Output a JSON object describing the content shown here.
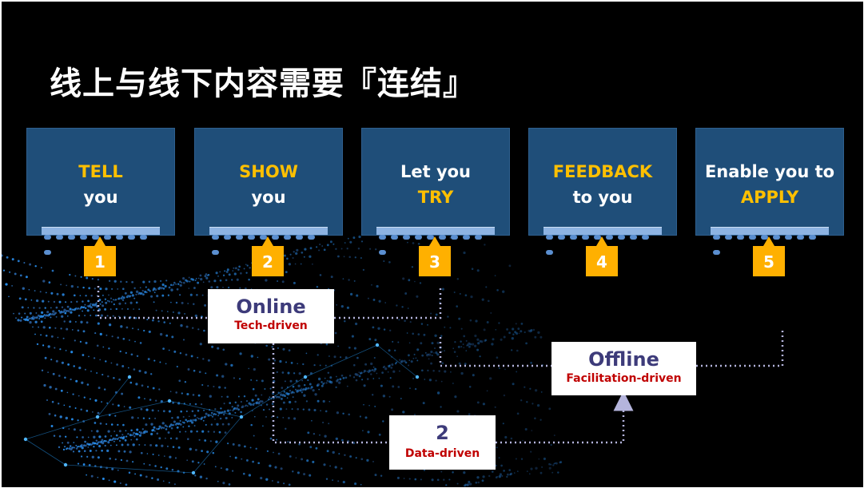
{
  "title": "线上与线下内容需要『连结』",
  "cards": [
    {
      "line1": "TELL",
      "line2": "you",
      "number": "1"
    },
    {
      "line1": "SHOW",
      "line2": "you",
      "number": "2"
    },
    {
      "line1": "Let you",
      "line2": "TRY",
      "number": "3"
    },
    {
      "line1": "FEEDBACK",
      "line2": "to you",
      "number": "4"
    },
    {
      "line1": "Enable you to",
      "line2": "APPLY",
      "number": "5"
    }
  ],
  "online": {
    "title": "Online",
    "subtitle": "Tech-driven"
  },
  "offline": {
    "title": "Offline",
    "subtitle": "Facilitation-driven"
  },
  "data": {
    "title": "2",
    "subtitle": "Data-driven"
  },
  "colors": {
    "card_bg": "#1f4e79",
    "highlight": "#ffc000",
    "badge": "#ffb000",
    "label_title": "#3d3b7a",
    "label_subtitle": "#c00000",
    "connector": "#b4b4dc"
  }
}
